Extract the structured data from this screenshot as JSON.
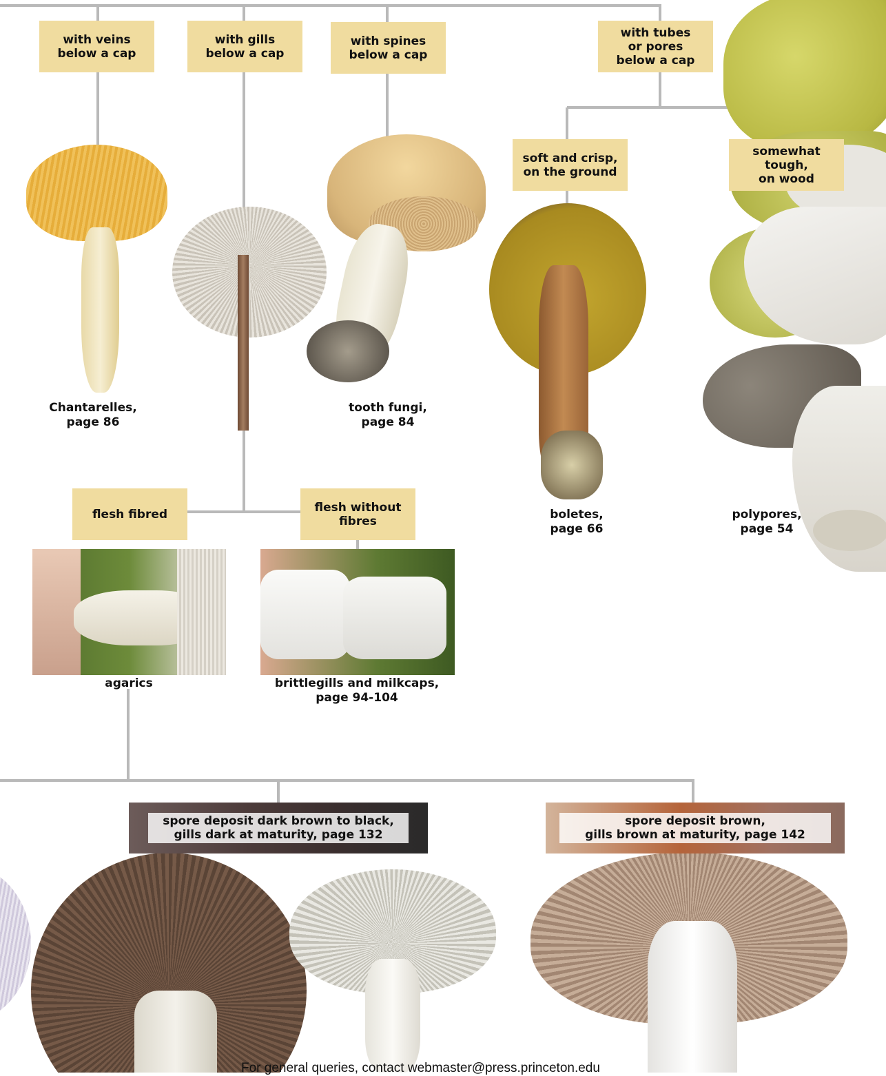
{
  "nodes": {
    "veins": "with veins\nbelow a cap",
    "gills": "with gills\nbelow a cap",
    "spines": "with spines\nbelow a cap",
    "tubes": "with tubes\nor pores\nbelow a cap",
    "soft": "soft and crisp,\non the ground",
    "tough": "somewhat\ntough,\non wood",
    "fibred": "flesh fibred",
    "without_fibres": "flesh without\nfibres"
  },
  "captions": {
    "chantarelles": "Chantarelles,\npage 86",
    "tooth": "tooth fungi,\npage 84",
    "boletes": "boletes,\npage 66",
    "polypores": "polypores,\npage 54",
    "agarics": "agarics",
    "brittlegills": "brittlegills and milkcaps,\npage 94-104"
  },
  "bands": {
    "dark": "spore deposit dark brown to black,\ngills dark at maturity, page 132",
    "brown": "spore deposit brown,\ngills brown at maturity, page 142"
  },
  "footer": "For general queries, contact webmaster@press.princeton.edu",
  "colors": {
    "connector": "#b9b9b9",
    "label_box": "#f0dc9f",
    "band_dark": "#5a4a4a",
    "band_brown": "#a0705a"
  }
}
